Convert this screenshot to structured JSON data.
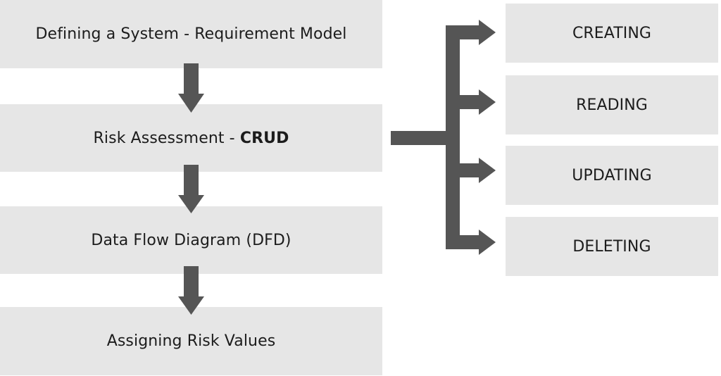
{
  "flow": {
    "steps": [
      {
        "text": "Defining a System - Requirement Model"
      },
      {
        "text": "Risk Assessment - ",
        "bold": "CRUD"
      },
      {
        "text": "Data Flow Diagram (DFD)"
      },
      {
        "text": "Assigning Risk Values"
      }
    ]
  },
  "crud": {
    "items": [
      {
        "text": "CREATING"
      },
      {
        "text": "READING"
      },
      {
        "text": "UPDATING"
      },
      {
        "text": "DELETING"
      }
    ]
  },
  "colors": {
    "box_fill": "#e6e6e6",
    "arrow": "#555555",
    "text": "#1c1c1c"
  }
}
